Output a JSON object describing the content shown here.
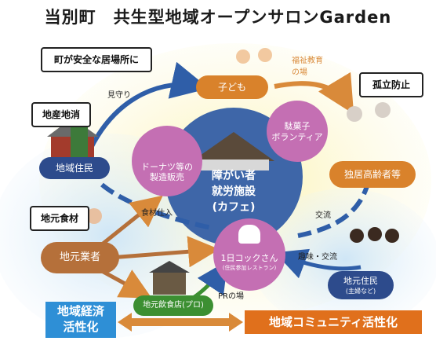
{
  "title": "当別町　共生型地域オープンサロンGarden",
  "callouts": {
    "safe_place": "町が安全な居場所に",
    "local_consumption": "地産地消",
    "local_ingredients": "地元食材",
    "prevent_isolation": "孤立防止"
  },
  "nodes": {
    "children": "子ども",
    "local_residents": "地域住民",
    "donut": [
      "ドーナツ等の",
      "製造販売"
    ],
    "candy": [
      "駄菓子",
      "ボランティア"
    ],
    "elderly": "独居高齢者等",
    "local_business": "地元業者",
    "one_day_cook": "1日コックさん",
    "one_day_cook_sub": "(住民参加レストラン)",
    "local_residents2": "地元住民",
    "local_residents2_sub": "(主婦など)",
    "local_restaurant": "地元飲食店(プロ)"
  },
  "center": [
    "障がい者",
    "就労施設",
    "(カフェ)"
  ],
  "edge_labels": {
    "watching": "見守り",
    "welfare_education": [
      "福祉教育",
      "の場"
    ],
    "ingredients_purchase": "食材仕入",
    "exchange": "交流",
    "hobby_exchange": "趣味・交流",
    "pr": "PRの場"
  },
  "banners": {
    "economy": [
      "地域経済",
      "活性化"
    ],
    "community": "地域コミュニティ活性化"
  },
  "colors": {
    "node_purple": "#c46fb3",
    "node_brown": "#b5703a",
    "node_navy": "#2d4b8c",
    "node_green": "#3c8f32",
    "node_orange": "#d9822b",
    "center_blue": "#3e66a8",
    "banner_blue": "#2e8fd6",
    "banner_orange": "#e0701c",
    "arrow_blue": "#2f5ea8",
    "arrow_orange": "#d98a3a"
  }
}
